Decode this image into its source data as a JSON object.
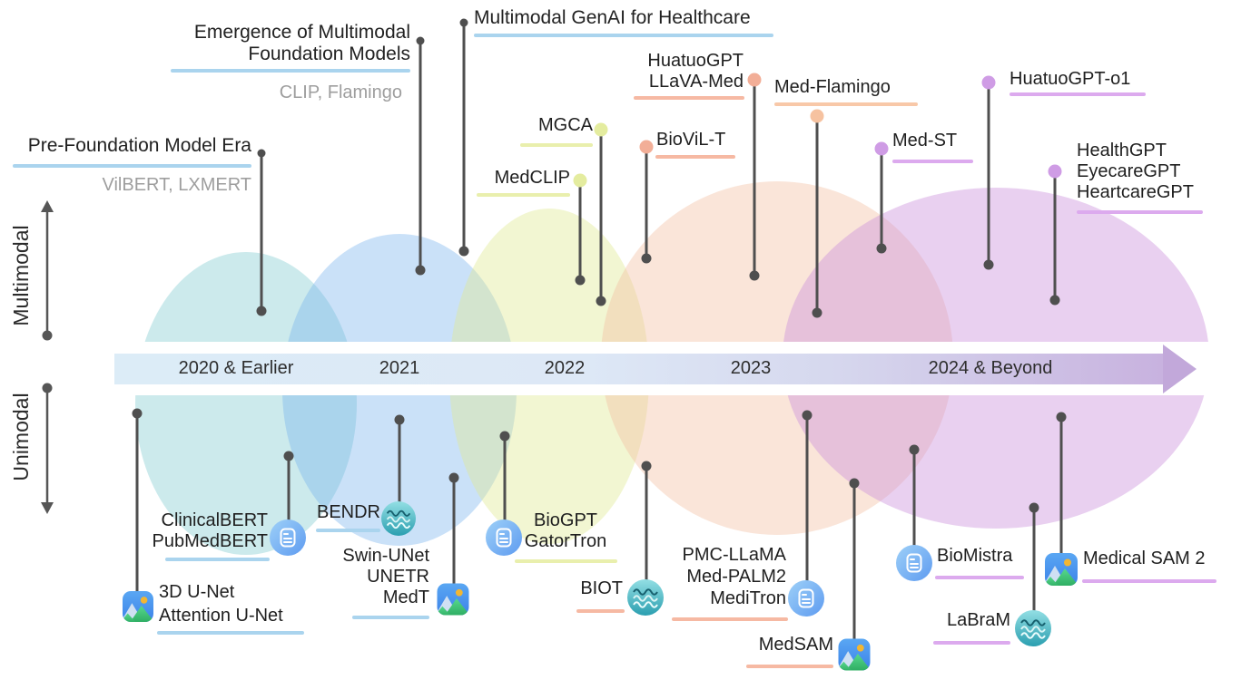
{
  "axes": {
    "top": "Multimodal",
    "bottom": "Unimodal"
  },
  "timeline": {
    "years": [
      "2020 & Earlier",
      "2021",
      "2022",
      "2023",
      "2024 & Beyond"
    ]
  },
  "eras": [
    {
      "title_lines": [
        "Pre-Foundation Model Era"
      ],
      "example_models": "VilBERT, LXMERT",
      "accent": "#aad4ee"
    },
    {
      "title_lines": [
        "Emergence of Multimodal",
        "Foundation Models"
      ],
      "example_models": "CLIP, Flamingo",
      "accent": "#aad4ee"
    },
    {
      "title_lines": [
        "Multimodal GenAI for Healthcare"
      ],
      "example_models": "",
      "accent": "#aad4ee"
    }
  ],
  "multimodal_events": [
    {
      "lines": [
        "MedCLIP"
      ],
      "accent": "#e9efad",
      "dot": "#e4ec9f"
    },
    {
      "lines": [
        "MGCA"
      ],
      "accent": "#e9efad",
      "dot": "#e4ec9f"
    },
    {
      "lines": [
        "BioViL-T"
      ],
      "accent": "#f6b9a3",
      "dot": "#f2ae97"
    },
    {
      "lines": [
        "HuatuoGPT",
        "LLaVA-Med"
      ],
      "accent": "#f6b9a3",
      "dot": "#f2ae97"
    },
    {
      "lines": [
        "Med-Flamingo"
      ],
      "accent": "#f8c8a8",
      "dot": "#f6c2a0"
    },
    {
      "lines": [
        "Med-ST"
      ],
      "accent": "#dcaaee",
      "dot": "#cf9ce5"
    },
    {
      "lines": [
        "HuatuoGPT-o1"
      ],
      "accent": "#dcaaee",
      "dot": "#cf9ce5"
    },
    {
      "lines": [
        "HealthGPT",
        "EyecareGPT",
        "HeartcareGPT"
      ],
      "accent": "#dcaaee",
      "dot": "#cf9ce5"
    }
  ],
  "unimodal_events": [
    {
      "lines": [
        "3D U-Net",
        "Attention U-Net"
      ],
      "icon": "image-icon",
      "accent": "#aad4ee"
    },
    {
      "lines": [
        "ClinicalBERT",
        "PubMedBERT"
      ],
      "icon": "document-icon",
      "accent": "#aad4ee"
    },
    {
      "lines": [
        "BENDR"
      ],
      "icon": "waveform-icon",
      "accent": "#aad4ee"
    },
    {
      "lines": [
        "Swin-UNet",
        "UNETR",
        "MedT"
      ],
      "icon": "image-icon",
      "accent": "#aad4ee"
    },
    {
      "lines": [
        "BioGPT",
        "GatorTron"
      ],
      "icon": "document-icon",
      "accent": "#e9efad"
    },
    {
      "lines": [
        "BIOT"
      ],
      "icon": "waveform-icon",
      "accent": "#f6b9a3"
    },
    {
      "lines": [
        "PMC-LLaMA",
        "Med-PALM2",
        "MediTron"
      ],
      "icon": "document-icon",
      "accent": "#f6b9a3"
    },
    {
      "lines": [
        "MedSAM"
      ],
      "icon": "image-icon",
      "accent": "#f6b9a3"
    },
    {
      "lines": [
        "BioMistra"
      ],
      "icon": "document-icon",
      "accent": "#dcaaee"
    },
    {
      "lines": [
        "LaBraM"
      ],
      "icon": "waveform-icon",
      "accent": "#dcaaee"
    },
    {
      "lines": [
        "Medical SAM 2"
      ],
      "icon": "image-icon",
      "accent": "#dcaaee"
    }
  ],
  "background_circles": [
    {
      "era": "2020 & Earlier",
      "color": "#cdeaea"
    },
    {
      "era": "2021",
      "color": "#c9dff7"
    },
    {
      "era": "2022",
      "color": "#f1f6d0"
    },
    {
      "era": "2023",
      "color": "#f8ded2"
    },
    {
      "era": "2024 & Beyond",
      "color": "#e6caee"
    }
  ],
  "colors": {
    "stem": "#4f4f4f",
    "timeline_gradient_start": "#dcecf7",
    "timeline_gradient_end": "#c8b2df",
    "subtitle_gray": "#9e9e9e"
  }
}
